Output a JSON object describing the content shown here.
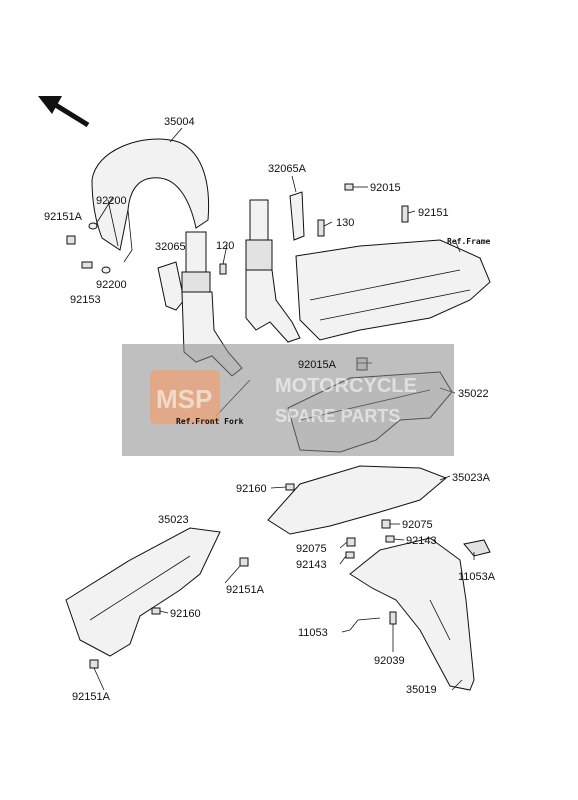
{
  "labels": {
    "p35004": "35004",
    "p32065A": "32065A",
    "p92015_top": "92015",
    "p92200_a": "92200",
    "p92151A_top": "92151A",
    "p130": "130",
    "p92151": "92151",
    "p120": "120",
    "p32065": "32065",
    "p92200_b": "92200",
    "p92153": "92153",
    "ref_frame": "Ref.Frame",
    "p92015A": "92015A",
    "p35022": "35022",
    "ref_front_fork": "Ref.Front Fork",
    "p92160_a": "92160",
    "p35023A": "35023A",
    "p35023": "35023",
    "p92075_a": "92075",
    "p92075_b": "92075",
    "p92143_a": "92143",
    "p92143_b": "92143",
    "p92151A_mid": "92151A",
    "p11053A": "11053A",
    "p92160_b": "92160",
    "p11053": "11053",
    "p92039": "92039",
    "p92151A_bot": "92151A",
    "p35019": "35019"
  },
  "watermark": {
    "logo": "MSP",
    "line1": "MOTORCYCLE",
    "line2": "SPARE PARTS"
  },
  "colors": {
    "watermark_bg": "#8a8a8a",
    "logo_orange": "#f0a070"
  }
}
